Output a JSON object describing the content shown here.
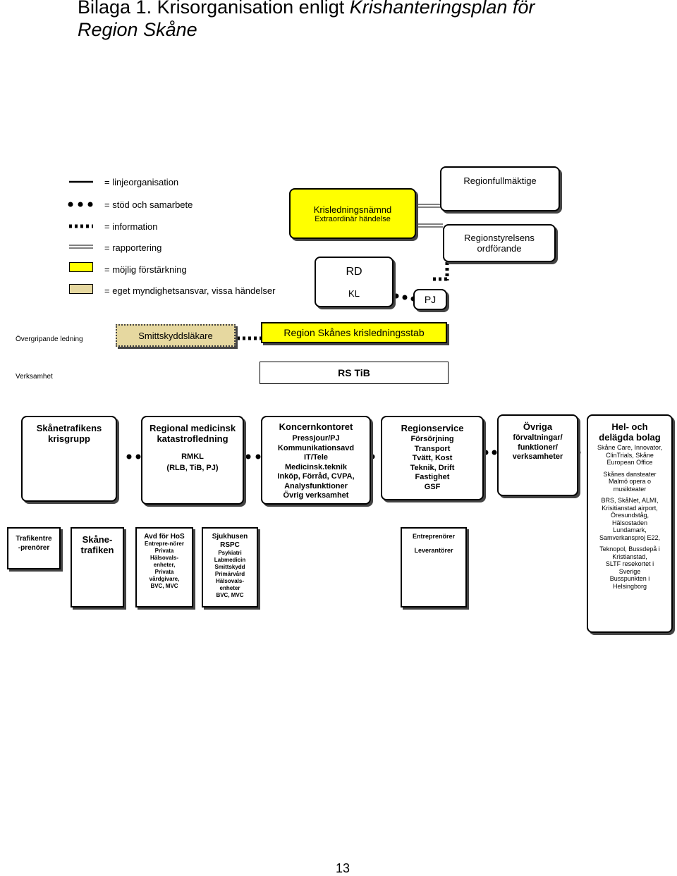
{
  "title": {
    "line1_a": "Bilaga 1. Krisorganisation enligt ",
    "line1_b": "Krishanteringsplan för",
    "line2": "Region Skåne"
  },
  "legend": {
    "linje": "= linjeorganisation",
    "stod": "= stöd och samarbete",
    "info": "= information",
    "rapp": "= rapportering",
    "forst": "= möjlig förstärkning",
    "eget": "= eget myndighetsansvar, vissa händelser"
  },
  "top": {
    "krisnamnd": "Krisledningsnämnd",
    "extra": "Extraordinär händelse",
    "regionfull": "Regionfullmäktige",
    "regionstyr1": "Regionstyrelsens",
    "regionstyr2": "ordförande",
    "rd": "RD",
    "kl": "KL",
    "pj": "PJ"
  },
  "levels": {
    "overgripande": "Övergripande ledning",
    "verksamhet": "Verksamhet"
  },
  "mid": {
    "smitt": "Smittskyddsläkare",
    "stab": "Region Skånes krisledningsstab",
    "rstib": "RS TiB"
  },
  "units": {
    "skanetrafik": [
      "Skånetrafikens",
      "krisgrupp"
    ],
    "regmed": [
      "Regional medicinsk",
      "katastrofledning",
      "",
      "RMKL",
      "(RLB, TiB, PJ)"
    ],
    "koncern": [
      "Koncernkontoret",
      "Pressjour/PJ",
      "Kommunikationsavd",
      "IT/Tele",
      "Medicinsk.teknik",
      "Inköp, Förråd, CVPA,",
      "Analysfunktioner",
      "Övrig verksamhet"
    ],
    "regserv": [
      "Regionservice",
      "Försörjning",
      "Transport",
      "Tvätt, Kost",
      "Teknik, Drift",
      "Fastighet",
      "GSF"
    ],
    "ovriga": [
      "Övriga",
      "förvaltningar/",
      "funktioner/",
      "verksamheter"
    ],
    "bolag_h": [
      "Hel- och",
      "delägda bolag"
    ],
    "bolag": [
      "Skåne Care, Innovator,",
      "ClinTrials, Skåne",
      "European Office",
      "",
      "Skånes dansteater",
      "Malmö opera o",
      "musikteater",
      "",
      "BRS, SkåNet, ALMI,",
      "Krisitianstad airport,",
      "Öresundståg,",
      "Hälsostaden",
      "Lundamark,",
      "Samverkansproj E22,",
      "",
      "Teknopol, Bussdepå i",
      "Kristianstad,",
      "SLTF resekortet i",
      "Sverige",
      "Busspunkten i",
      "Helsingborg"
    ]
  },
  "sub": {
    "trafikentre": [
      "Trafikentre",
      "-prenörer"
    ],
    "skanetrafiken": [
      "Skåne-",
      "trafiken"
    ],
    "avdhos_h": "Avd för HoS",
    "avdhos": [
      "Entrepre-nörer",
      "Privata",
      "Hälsovals-",
      "enheter,",
      "Privata",
      "vårdgivare,",
      "BVC, MVC"
    ],
    "sjukhus_h": [
      "Sjukhusen",
      "RSPC"
    ],
    "sjukhus": [
      "Psykiatri",
      "Labmedicin",
      "Smittskydd",
      "Primärvård",
      "Hälsovals-",
      "enheter",
      "BVC, MVC"
    ],
    "entre": "Entreprenörer",
    "lev": "Leverantörer"
  },
  "page_number": "13"
}
